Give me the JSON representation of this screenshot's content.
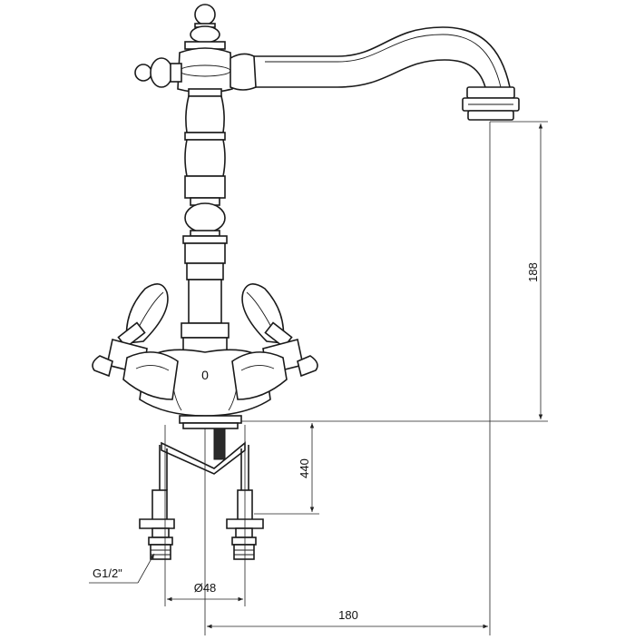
{
  "diagram": {
    "dimensions": {
      "spout_height": "188",
      "supply_length": "440",
      "thread": "G1/2\"",
      "base_diameter": "Ø48",
      "spout_reach": "180"
    },
    "symbols": {
      "hot_cold_mark": "0"
    },
    "colors": {
      "line": "#1a1a1a",
      "background": "#ffffff"
    }
  }
}
